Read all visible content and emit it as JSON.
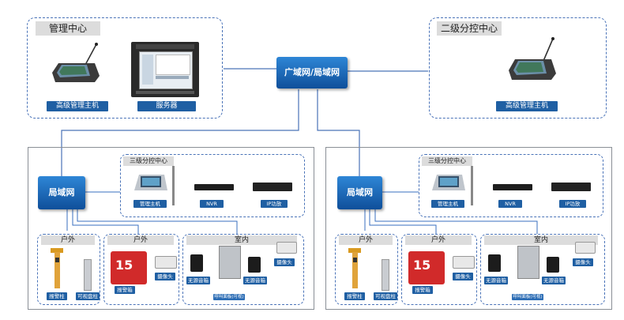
{
  "colors": {
    "line": "#4a73b8",
    "tag": "#1f5fa3",
    "net": "#1a6bc0"
  },
  "top": {
    "mgmt_center": {
      "title": "管理中心",
      "host_label": "高级管理主机",
      "server_label": "服务器"
    },
    "wan": {
      "label": "广域网/局域网"
    },
    "level2": {
      "title": "二级分控中心",
      "host_label": "高级管理主机"
    }
  },
  "sites": [
    {
      "lan_label": "局域网",
      "level3": {
        "title": "三级分控中心",
        "host_label": "管理主机",
        "nvr_label": "NVR",
        "amp_label": "IP功放"
      },
      "outdoor1": {
        "title": "户外",
        "pillar_label": "报警柱",
        "intercom_label": "可视盘柱"
      },
      "outdoor2": {
        "title": "户外",
        "box_label": "报警箱",
        "camera_label": "摄像头",
        "box_number": "15"
      },
      "indoor": {
        "title": "室内",
        "spk1_label": "无源音箱",
        "spk2_label": "无源音箱",
        "camera_label": "摄像头",
        "panel_label": "呼叫面板(可视)"
      }
    },
    {
      "lan_label": "局域网",
      "level3": {
        "title": "三级分控中心",
        "host_label": "管理主机",
        "nvr_label": "NVR",
        "amp_label": "IP功放"
      },
      "outdoor1": {
        "title": "户外",
        "pillar_label": "报警柱",
        "intercom_label": "可视盘柱"
      },
      "outdoor2": {
        "title": "户外",
        "box_label": "报警箱",
        "camera_label": "摄像头",
        "box_number": "15"
      },
      "indoor": {
        "title": "室内",
        "spk1_label": "无源音箱",
        "spk2_label": "无源音箱",
        "camera_label": "摄像头",
        "panel_label": "呼叫面板(可视)"
      }
    }
  ]
}
